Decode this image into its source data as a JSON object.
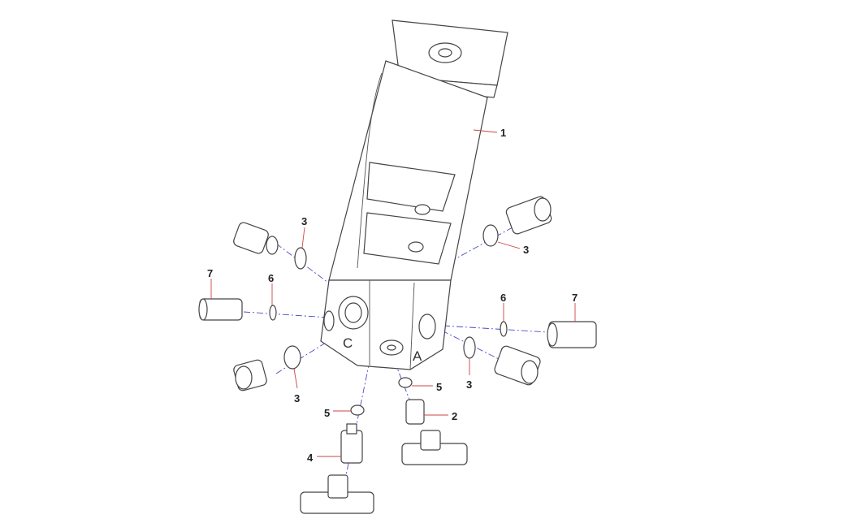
{
  "diagram": {
    "callouts": [
      "1",
      "3",
      "3",
      "7",
      "6",
      "6",
      "7",
      "3",
      "3",
      "5",
      "5",
      "2",
      "4"
    ],
    "port_labels": [
      "C",
      "A"
    ],
    "colors": {
      "line": "#444444",
      "leader": "#cc4444",
      "axis": "#4a4ac8"
    }
  }
}
